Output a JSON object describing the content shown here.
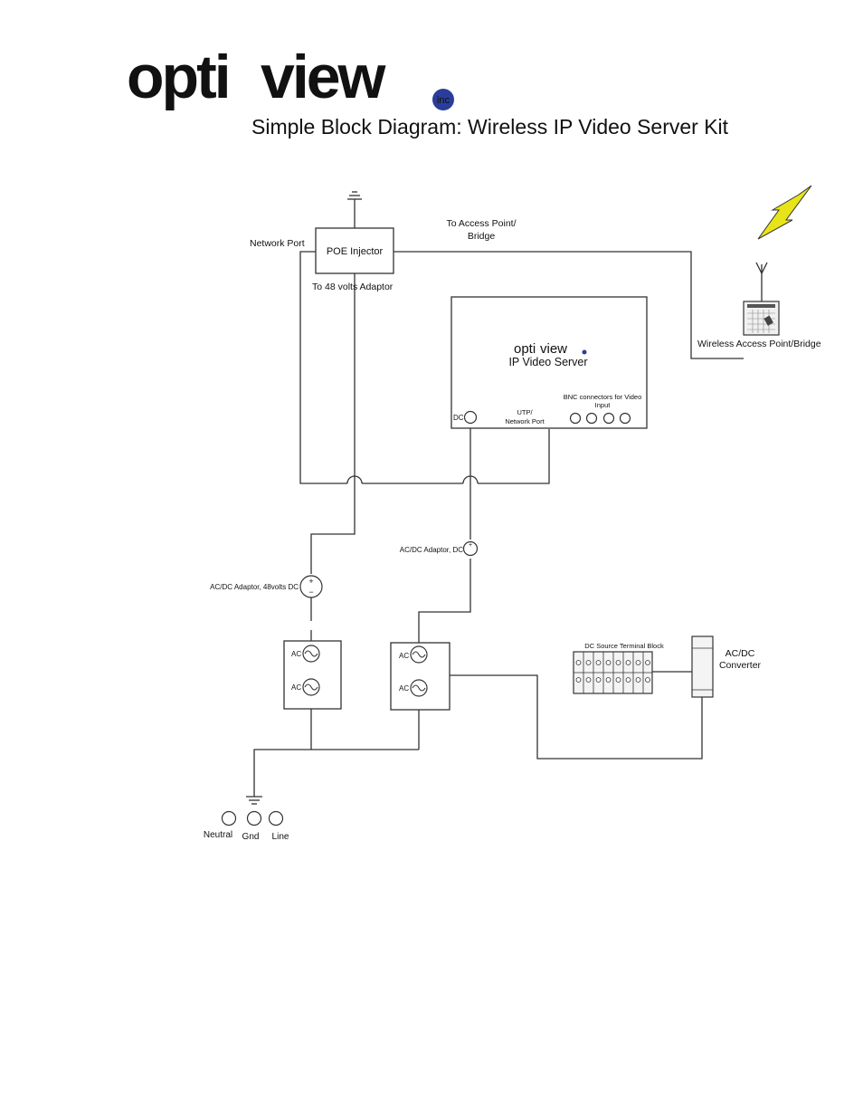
{
  "brand": {
    "logo_text_grey": "opti",
    "logo_text_blue": "view",
    "logo_suffix": "inc",
    "grey_color": "#8a8c8e",
    "blue_color": "#2b3d9a"
  },
  "header": {
    "title": "Simple Block Diagram: Wireless IP Video Server Kit"
  },
  "labels": {
    "network_port": "Network Port",
    "poe_injector": "POE Injector",
    "to_48v_adaptor": "To 48 volts Adaptor",
    "to_access_point_1": "To Access Point/",
    "to_access_point_2": "Bridge",
    "wireless_ap": "Wireless Access Point/Bridge",
    "server_logo_grey": "opti",
    "server_logo_blue": "view",
    "ip_video_server": "IP Video Server",
    "bnc_1": "BNC connectors for Video",
    "bnc_2": "Input",
    "dc": "DC",
    "utp_1": "UTP/",
    "utp_2": "Network Port",
    "acdc_dc": "AC/DC Adaptor, DC",
    "acdc_48": "AC/DC Adaptor, 48volts DC",
    "ac": "AC",
    "dc_terminal_block": "DC Source Terminal Block",
    "acdc_converter_1": "AC/DC",
    "acdc_converter_2": "Converter",
    "neutral": "Neutral",
    "gnd": "Gnd",
    "line": "Line",
    "plus": "+",
    "minus": "−"
  },
  "colors": {
    "line": "#333333",
    "lightning_fill": "#e8e41a",
    "lightning_stroke": "#333333"
  }
}
